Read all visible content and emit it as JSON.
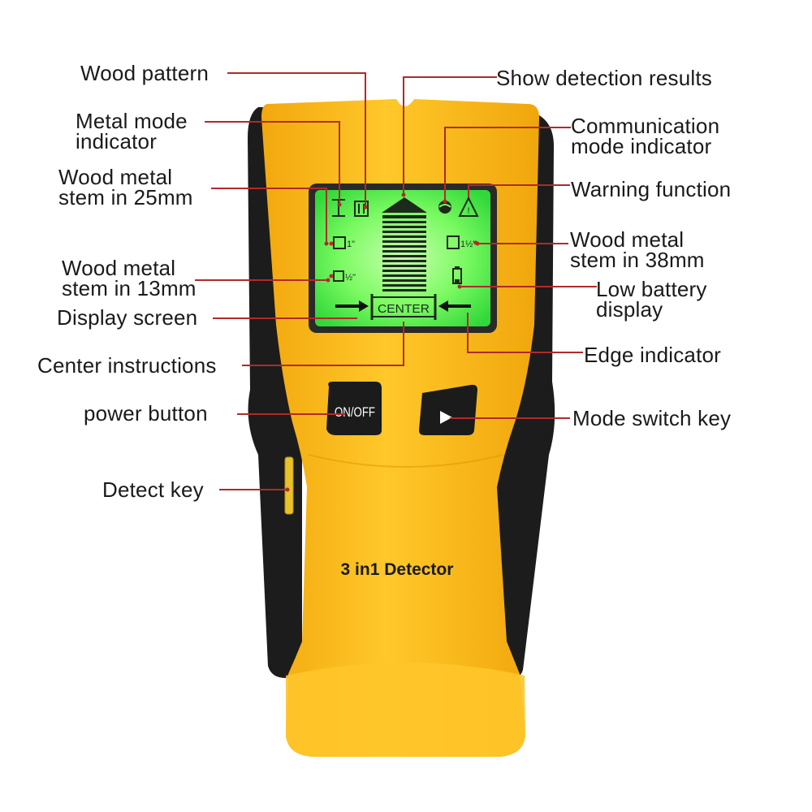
{
  "device": {
    "name": "3 in1 Detector",
    "power_button_label": "ON/OFF",
    "center_text": "CENTER",
    "colors": {
      "body": "#F6B618",
      "body_light": "#FFD23E",
      "grip": "#1C1C1C",
      "screen": "#4FF04A",
      "screen_glow": "#B7FF9A",
      "leader": "#B02A2A"
    }
  },
  "labels": {
    "wood_pattern": "Wood pattern",
    "show_detection_results": "Show detection results",
    "metal_mode_indicator": "Metal mode\nindicator",
    "communication_mode_indicator": "Communication\nmode indicator",
    "wood_metal_25": "Wood metal\nstem in 25mm",
    "warning_function": "Warning function",
    "wood_metal_38": "Wood metal\nstem in 38mm",
    "wood_metal_13": "Wood metal\nstem in 13mm",
    "low_battery": "Low battery\ndisplay",
    "display_screen": "Display screen",
    "center_instructions": "Center instructions",
    "edge_indicator": "Edge indicator",
    "power_button": "power button",
    "mode_switch_key": "Mode switch key",
    "detect_key": "Detect key"
  },
  "icons": [
    "wood-pattern-icon",
    "metal-mode-icon",
    "stem-25mm-icon",
    "stem-13mm-icon",
    "communication-icon",
    "warning-icon",
    "stem-38mm-icon",
    "battery-icon",
    "arrow-right-icon",
    "arrow-left-icon",
    "play-icon"
  ]
}
